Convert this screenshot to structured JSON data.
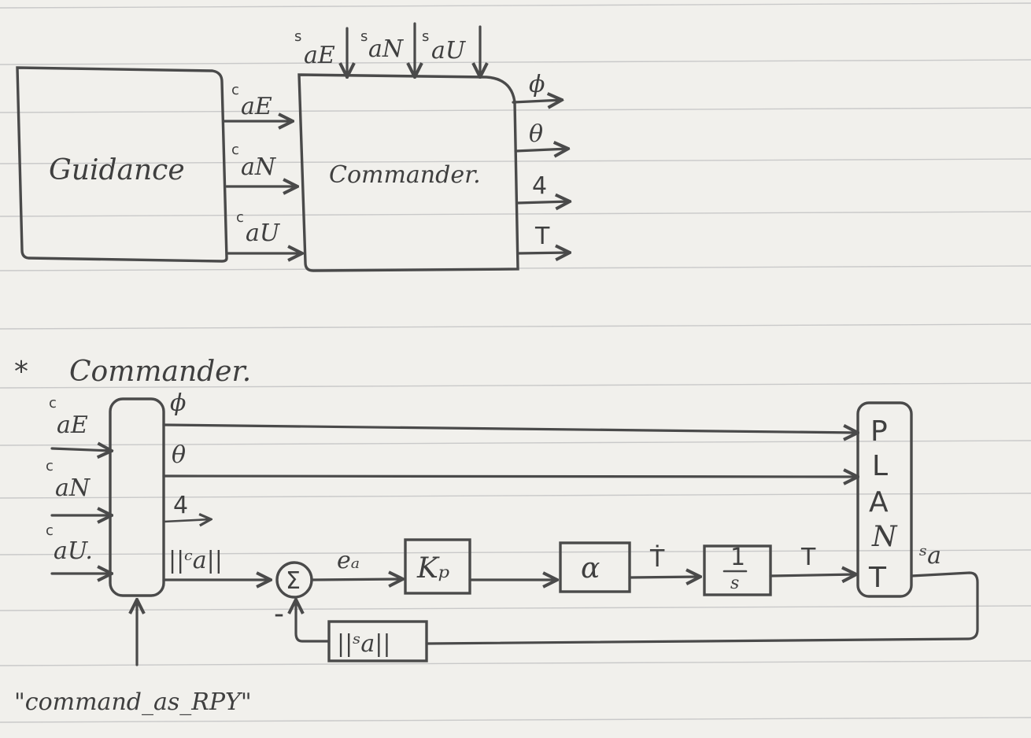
{
  "top": {
    "guidance": "Guidance",
    "commander": "Commander.",
    "in_aE": "aE",
    "in_aN": "aN",
    "in_aU": "aU",
    "s_aE": "aE",
    "s_aN": "aN",
    "s_aU": "aU",
    "sup_c": "c",
    "sup_s": "s",
    "out_phi": "ϕ",
    "out_theta": "θ",
    "out_psi": "4",
    "out_T": "T"
  },
  "bottom": {
    "heading_star": "*",
    "heading": "Commander.",
    "in_aE": "aE",
    "in_aN": "aN",
    "in_aU": "aU.",
    "sup_c": "c",
    "phi": "ϕ",
    "theta": "θ",
    "psi": "4",
    "norm_c": "||ᶜa||",
    "sum": "Σ",
    "minus": "-",
    "ea": "eₐ",
    "kp": "Kₚ",
    "alpha": "α",
    "tdot": "Ṫ",
    "integ_num": "1",
    "integ_den": "s",
    "T": "T",
    "plant": [
      "P",
      "L",
      "A",
      "N",
      "T"
    ],
    "sa": "ˢa",
    "norm_s": "||ˢa||",
    "mode": "\"command_as_RPY\""
  }
}
